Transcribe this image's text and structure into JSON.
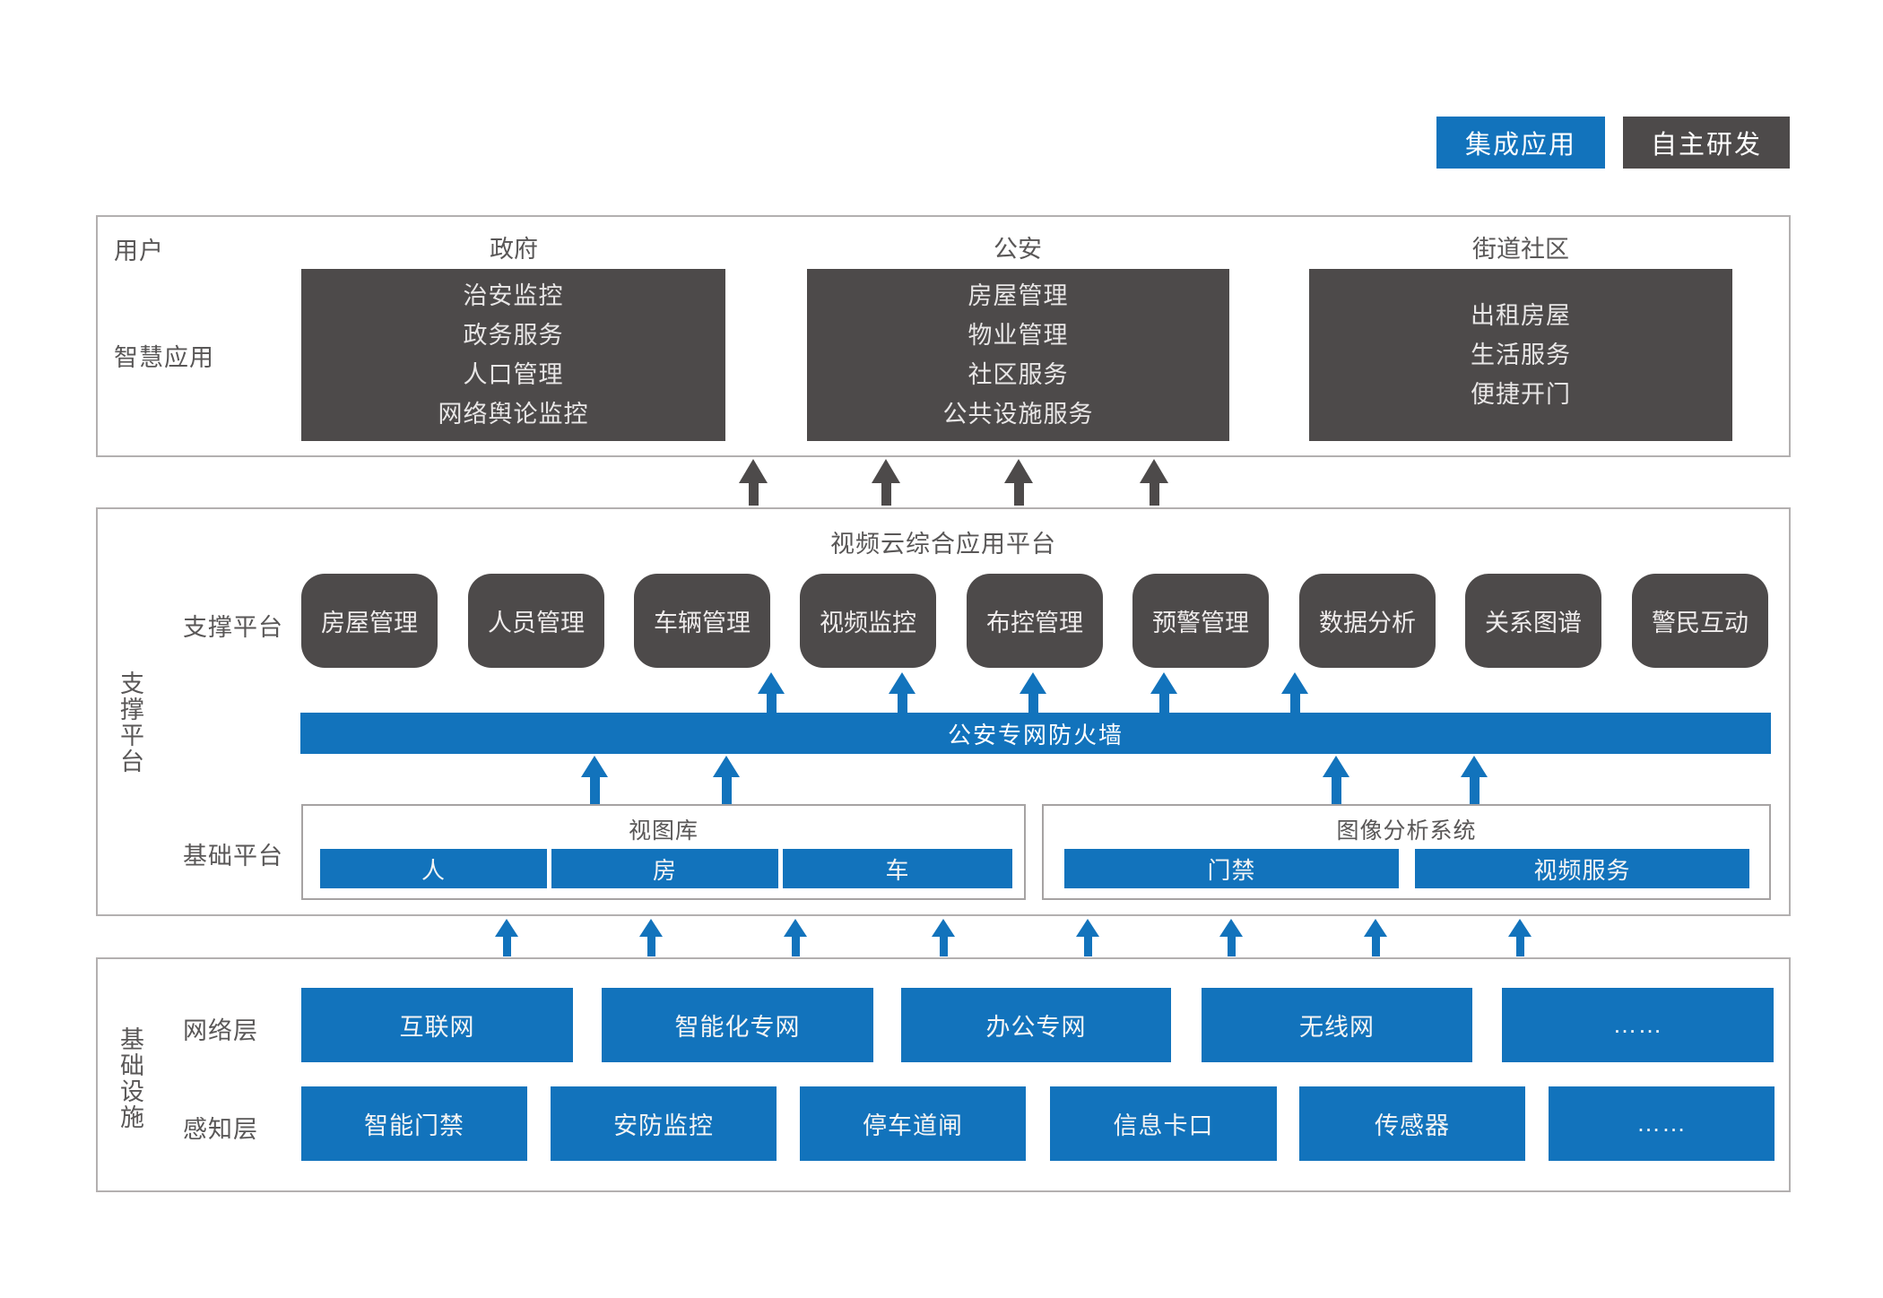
{
  "legend": {
    "integrated_label": "集成应用",
    "self_developed_label": "自主研发"
  },
  "colors": {
    "blue": "#1273bc",
    "dark": "#4d4a4a"
  },
  "user_section": {
    "section_label": "用户",
    "apps_label": "智慧应用",
    "columns": [
      {
        "header": "政府",
        "items": [
          "治安监控",
          "政务服务",
          "人口管理",
          "网络舆论监控"
        ]
      },
      {
        "header": "公安",
        "items": [
          "房屋管理",
          "物业管理",
          "社区服务",
          "公共设施服务"
        ]
      },
      {
        "header": "街道社区",
        "items": [
          "出租房屋",
          "生活服务",
          "便捷开门"
        ]
      }
    ]
  },
  "support_section": {
    "side_label": "支撑平台",
    "title": "视频云综合应用平台",
    "row_label": "支撑平台",
    "modules": [
      "房屋管理",
      "人员管理",
      "车辆管理",
      "视频监控",
      "布控管理",
      "预警管理",
      "数据分析",
      "关系图谱",
      "警民互动"
    ],
    "firewall_label": "公安专网防火墙",
    "base_label": "基础平台",
    "base_platforms": [
      {
        "title": "视图库",
        "items": [
          "人",
          "房",
          "车"
        ]
      },
      {
        "title": "图像分析系统",
        "items": [
          "门禁",
          "视频服务"
        ]
      }
    ]
  },
  "infra_section": {
    "side_label": "基础设施",
    "rows": [
      {
        "label": "网络层",
        "items": [
          "互联网",
          "智能化专网",
          "办公专网",
          "无线网",
          "……"
        ]
      },
      {
        "label": "感知层",
        "items": [
          "智能门禁",
          "安防监控",
          "停车道闸",
          "信息卡口",
          "传感器",
          "……"
        ]
      }
    ]
  }
}
